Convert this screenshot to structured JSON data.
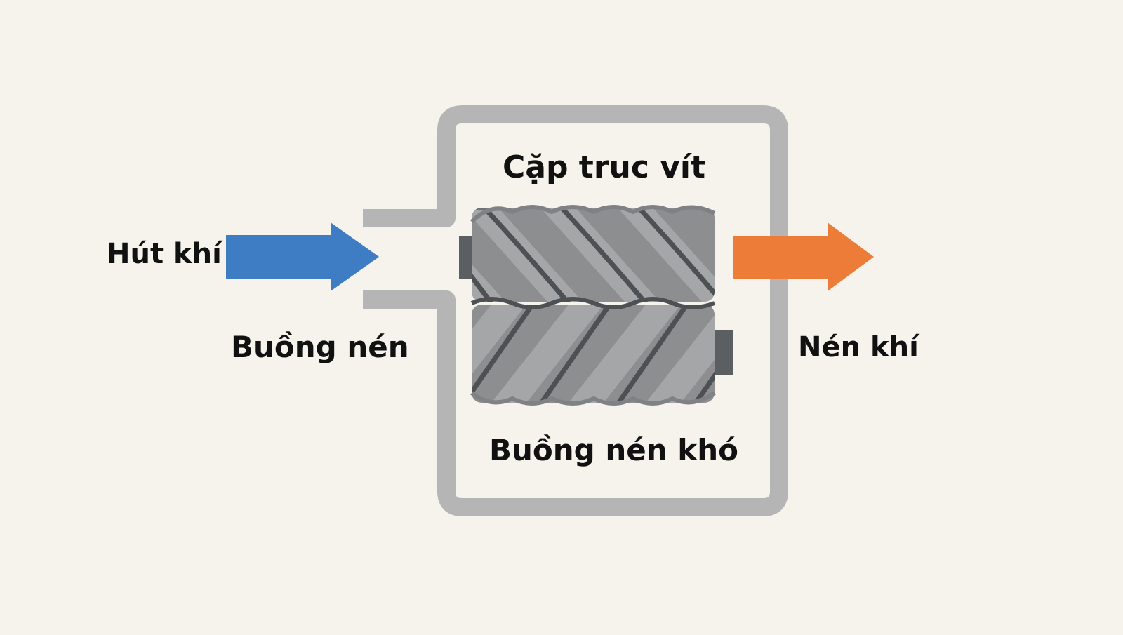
{
  "labels": {
    "intake": "Hút khí",
    "chamber": "Buồng nén",
    "rotor_pair": "Cặp truc vít",
    "dry_chamber": "Buồng nén khó",
    "output": "Nén khí"
  },
  "colors": {
    "background": "#f6f3ed",
    "housing": "#b4b5b4",
    "intake_arrow": "#3e7cc3",
    "output_arrow": "#ee7c39",
    "rotor_light": "#8c8e90",
    "rotor_dark": "#55585b",
    "text": "#111111"
  },
  "icons": {
    "intake_arrow": "arrow-right-icon",
    "output_arrow": "arrow-right-icon",
    "rotors": "twin-screw-rotor-icon"
  }
}
